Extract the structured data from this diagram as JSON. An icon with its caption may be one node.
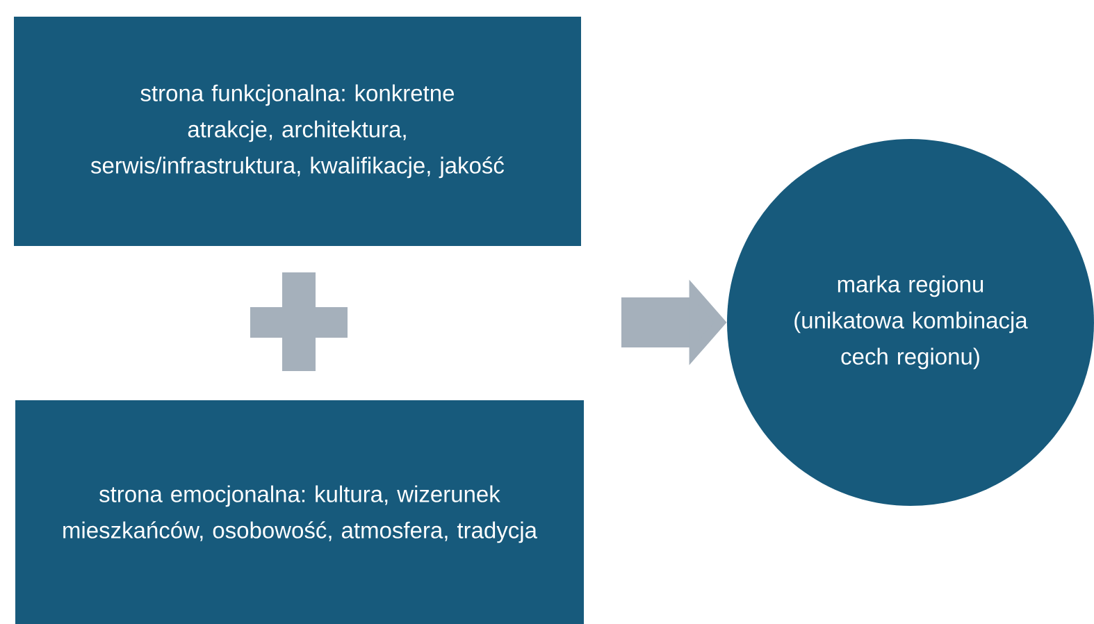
{
  "diagram": {
    "nodes": [
      {
        "text": [
          "strona funkcjonalna: konkretne atrakcje, architektura, serwis/infrastruktura, kwalifikacje, jakość"
        ]
      },
      {
        "text": [
          "strona emocjonalna: kultura, wizerunek mieszkańców, osobowość, atmosfera, tradycja"
        ]
      },
      {
        "text": [
          "marka regionu (unikatowa kombinacja cech regionu)"
        ]
      }
    ],
    "edges": [
      {
        "from": null,
        "to": 2,
        "arrow": "to"
      }
    ]
  }
}
